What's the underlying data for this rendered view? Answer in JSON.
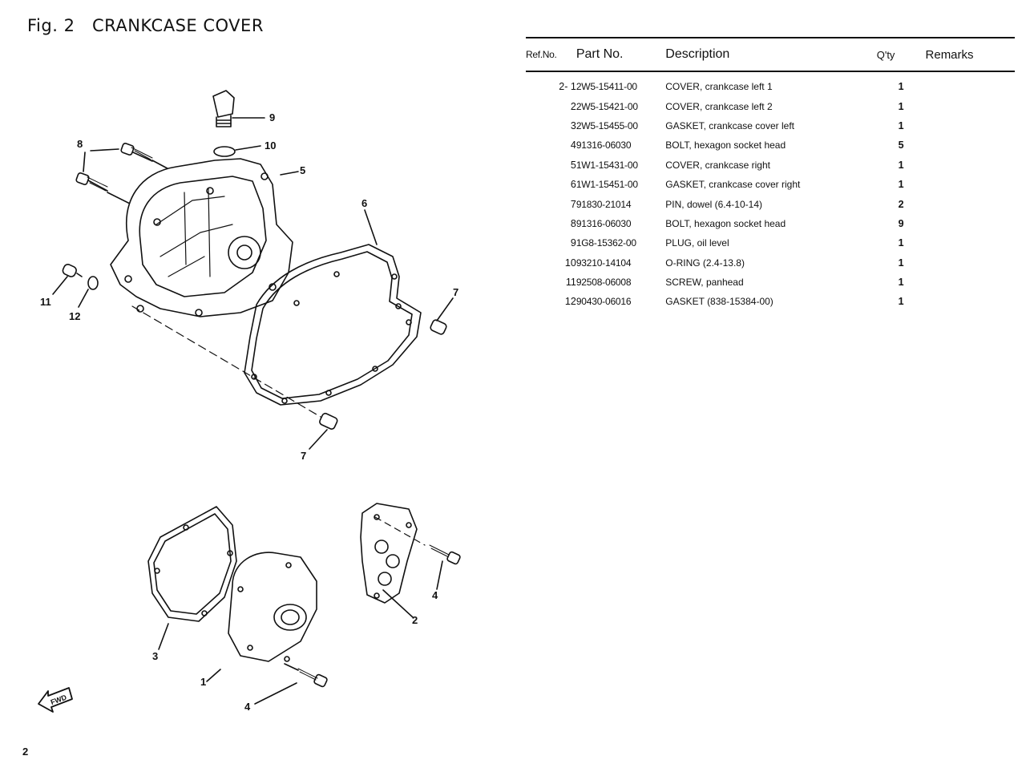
{
  "page": {
    "title": "Fig. 2   CRANKCASE COVER",
    "page_number": "2"
  },
  "table": {
    "headers": {
      "ref": "Ref.No.",
      "part": "Part No.",
      "description": "Description",
      "qty": "Q'ty",
      "remarks": "Remarks"
    },
    "rows": [
      {
        "ref": "2- 1",
        "part": "2W5-15411-00",
        "description": "COVER, crankcase left 1",
        "qty": "1",
        "remarks": ""
      },
      {
        "ref": "2",
        "part": "2W5-15421-00",
        "description": "COVER, crankcase left 2",
        "qty": "1",
        "remarks": ""
      },
      {
        "ref": "3",
        "part": "2W5-15455-00",
        "description": "GASKET, crankcase cover left",
        "qty": "1",
        "remarks": ""
      },
      {
        "ref": "4",
        "part": "91316-06030",
        "description": "BOLT, hexagon socket head",
        "qty": "5",
        "remarks": ""
      },
      {
        "ref": "5",
        "part": "1W1-15431-00",
        "description": "COVER, crankcase right",
        "qty": "1",
        "remarks": ""
      },
      {
        "ref": "6",
        "part": "1W1-15451-00",
        "description": "GASKET, crankcase cover right",
        "qty": "1",
        "remarks": ""
      },
      {
        "ref": "7",
        "part": "91830-21014",
        "description": "PIN, dowel (6.4-10-14)",
        "qty": "2",
        "remarks": ""
      },
      {
        "ref": "8",
        "part": "91316-06030",
        "description": "BOLT, hexagon socket head",
        "qty": "9",
        "remarks": ""
      },
      {
        "ref": "9",
        "part": "1G8-15362-00",
        "description": "PLUG, oil level",
        "qty": "1",
        "remarks": ""
      },
      {
        "ref": "10",
        "part": "93210-14104",
        "description": "O-RING (2.4-13.8)",
        "qty": "1",
        "remarks": ""
      },
      {
        "ref": "11",
        "part": "92508-06008",
        "description": "SCREW, panhead",
        "qty": "1",
        "remarks": ""
      },
      {
        "ref": "12",
        "part": "90430-06016",
        "description": "GASKET (838-15384-00)",
        "qty": "1",
        "remarks": ""
      }
    ]
  },
  "diagram": {
    "callouts": {
      "c9": "9",
      "c10": "10",
      "c8": "8",
      "c5": "5",
      "c6": "6",
      "c7a": "7",
      "c7b": "7",
      "c11": "11",
      "c12": "12",
      "c3": "3",
      "c1": "1",
      "c2": "2",
      "c4a": "4",
      "c4b": "4"
    },
    "fwd_label": "FWD"
  }
}
